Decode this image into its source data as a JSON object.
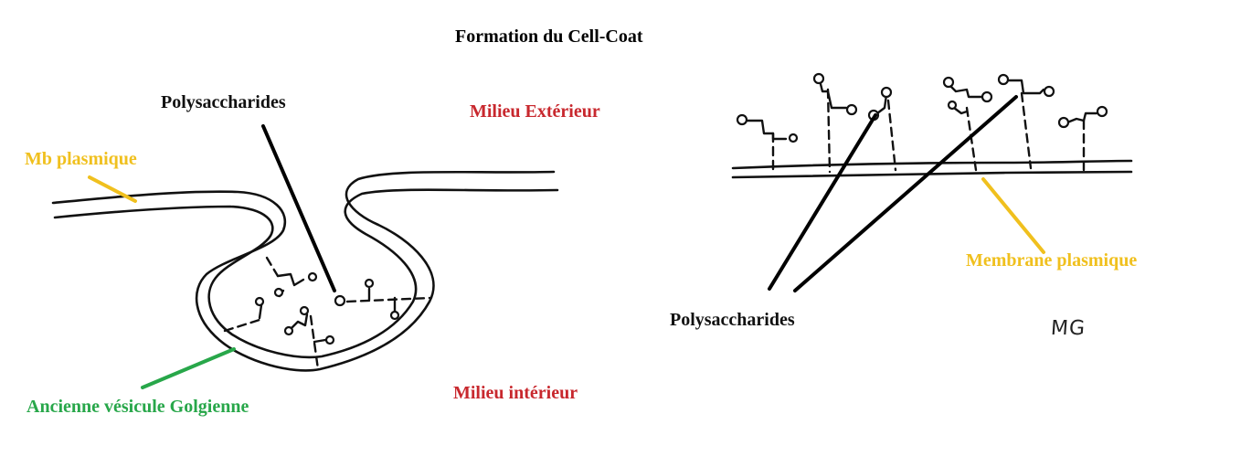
{
  "title": "Formation du Cell-Coat",
  "left_panel": {
    "polysaccharides_label": "Polysaccharides",
    "outside_label": "Milieu Extérieur",
    "inside_label": "Milieu intérieur",
    "membrane_label": "Mb plasmique",
    "vesicle_label": "Ancienne vésicule Golgienne"
  },
  "right_panel": {
    "polysaccharides_label": "Polysaccharides",
    "membrane_label": "Membrane plasmique"
  },
  "signature": "MG",
  "colors": {
    "red": "#c8282e",
    "yellow": "#f0c01e",
    "green": "#28a74a",
    "ink": "#111111"
  }
}
